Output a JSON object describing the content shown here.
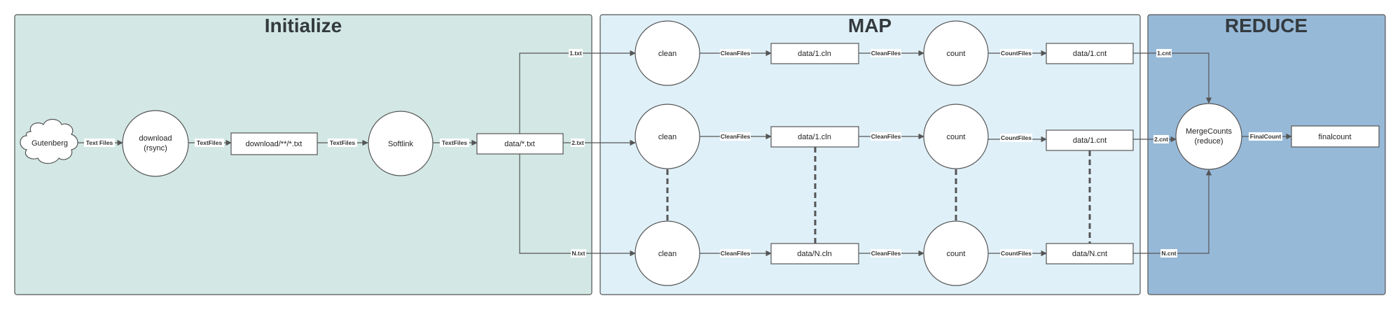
{
  "colors": {
    "initialize_bg": "#d3e8e4",
    "map_bg": "#dff0f8",
    "reduce_bg": "#97b9d8",
    "border": "#555555"
  },
  "sections": {
    "initialize": "Initialize",
    "map": "MAP",
    "reduce": "REDUCE"
  },
  "nodes": {
    "gutenberg": "Gutenberg",
    "download_line1": "download",
    "download_line2": "(rsync)",
    "download_files": "download/**/*.txt",
    "softlink": "Softlink",
    "data_txt": "data/*.txt",
    "clean": "clean",
    "data_1_cln": "data/1.cln",
    "data_N_cln": "data/N.cln",
    "count": "count",
    "data_1_cnt": "data/1.cnt",
    "data_N_cnt": "data/N.cnt",
    "merge_line1": "MergeCounts",
    "merge_line2": "(reduce)",
    "finalcount": "finalcount"
  },
  "edges": {
    "text_files": "Text Files",
    "textfiles": "TextFiles",
    "one_txt": "1.txt",
    "two_txt": "2.txt",
    "n_txt": "N.txt",
    "cleanfiles": "CleanFiles",
    "countfiles": "CountFiles",
    "one_cnt": "1.cnt",
    "two_cnt": "2.cnt",
    "n_cnt": "N.cnt",
    "finalcount": "FinalCount"
  }
}
